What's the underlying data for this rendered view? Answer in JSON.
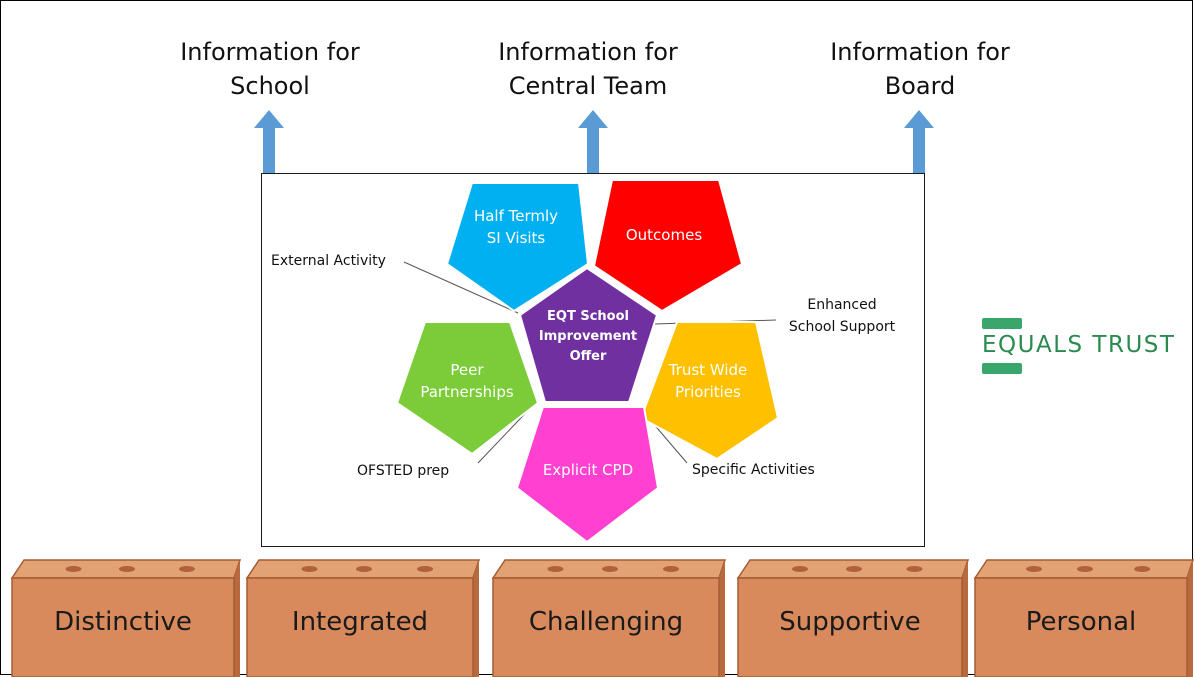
{
  "info_headers": [
    {
      "line1": "Information for",
      "line2": "School"
    },
    {
      "line1": "Information for",
      "line2": "Central Team"
    },
    {
      "line1": "Information for",
      "line2": "Board"
    }
  ],
  "center": {
    "lines": [
      "EQT School",
      "Improvement",
      "Offer"
    ],
    "color": "#7030a0"
  },
  "pentagons": [
    {
      "id": "half-termly-si-visits",
      "lines": [
        "Half Termly",
        "SI Visits"
      ],
      "color": "#00b0f0"
    },
    {
      "id": "outcomes",
      "lines": [
        "Outcomes"
      ],
      "color": "#ff0000"
    },
    {
      "id": "trust-wide-priorities",
      "lines": [
        "Trust Wide",
        "Priorities"
      ],
      "color": "#ffc000"
    },
    {
      "id": "explicit-cpd",
      "lines": [
        "Explicit CPD"
      ],
      "color": "#ff40d0"
    },
    {
      "id": "peer-partnerships",
      "lines": [
        "Peer",
        "Partnerships"
      ],
      "color": "#7ccc3a"
    }
  ],
  "annotations": [
    {
      "id": "external-activity",
      "lines": [
        "External Activity"
      ]
    },
    {
      "id": "enhanced-school-support",
      "lines": [
        "Enhanced",
        "School Support"
      ]
    },
    {
      "id": "ofsted-prep",
      "lines": [
        "OFSTED prep"
      ]
    },
    {
      "id": "specific-activities",
      "lines": [
        "Specific Activities"
      ]
    }
  ],
  "bricks": [
    "Distinctive",
    "Integrated",
    "Challenging",
    "Supportive",
    "Personal"
  ],
  "logo": {
    "text": "EQUALS TRUST",
    "color": "#3aa66b"
  },
  "arrow_color": "#5b9bd5"
}
